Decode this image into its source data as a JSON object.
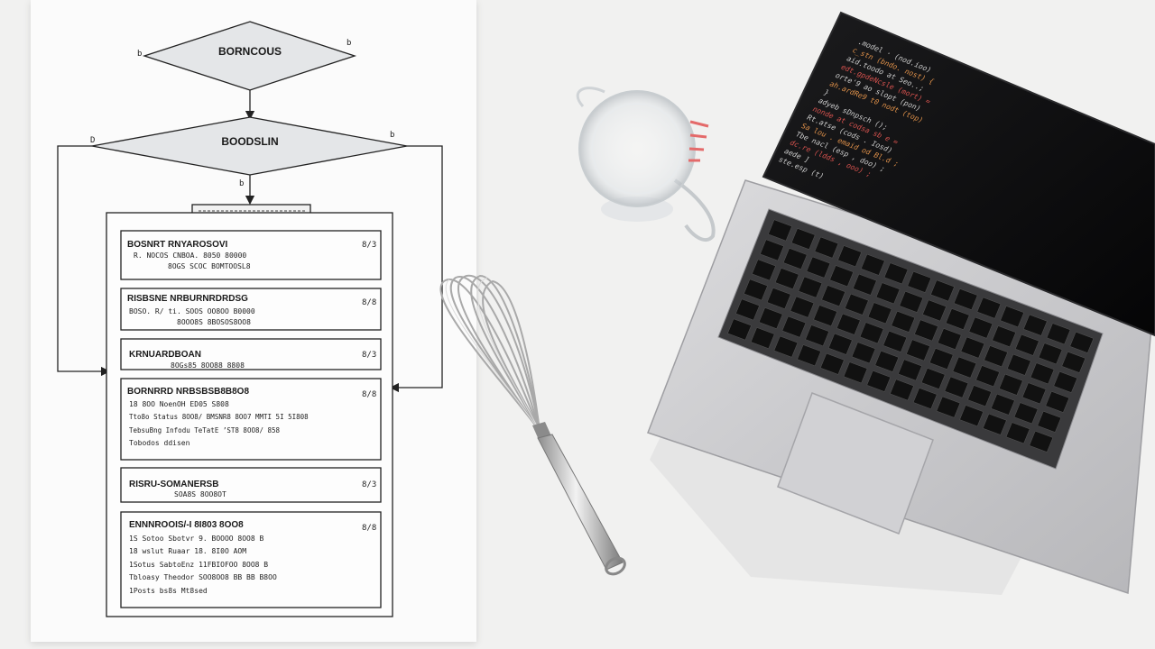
{
  "flowchart": {
    "decision1": "BORNCOUS",
    "decision2": "BOODSLIN",
    "sections": [
      {
        "title": "BOSNRT RNYAROSOVI",
        "num": "8/3",
        "lines": [
          "R. NOCOS CNBOA. 8050 80000",
          "8OGS  SCOC  BOMTOOSL8"
        ]
      },
      {
        "title": "RISBSNE NRBURNRDRDSG",
        "num": "8/8",
        "lines": [
          "BOSO. R/ ti. SOOS  OO8OO  B0000",
          "8OOO8S  8BOSOS8OO8"
        ]
      },
      {
        "title": "KRNUARDBOAN",
        "num": "8/3",
        "lines": [
          "8OGs85  8OO88 8808"
        ]
      },
      {
        "title": "BORNRRD NRBSBSB8B8O8",
        "num": "8/8",
        "lines": [
          "18 8OO  NoenOH  ED05 S808",
          "Tto8o Status  8OO8/ BMSNR8 8OO7 MMTI 5I 5I808",
          "TebsuBng  Infodu  TeTatE  ’ST8 8OO8/ 858",
          "Tobodos  ddisen"
        ]
      },
      {
        "title": "RISRU-SOMANERSB",
        "num": "8/3",
        "lines": [
          "SOA8S  8OO8OT"
        ]
      },
      {
        "title": "ENNNROOIS/-I 8I803 8OO8",
        "num": "8/8",
        "lines": [
          "1S  Sotoo  Sbotvr  9. BOOOO  8OO8 B",
          "18 wslut  Ruaar  18. 8I0O AOM",
          "1Sotus  SabtoEnz  11FBIOFOO 8OO8 B",
          "Tbloasy  Theodor  SOO8OO8 BB BB  B8OO",
          "1Posts  bs8s  Mt8sed"
        ]
      }
    ]
  },
  "laptop": {
    "code_lines": [
      ".model  ·  (nod.ioo)",
      "c_stn  (bndo. nost) {",
      "   aid.toodo  at  Seo..;",
      "   edt.gpdeNcsle  (mort)  =",
      "   orte'9  ao  slopt  (pon)",
      "   ah.ardRe9 t0  nodt  (top)",
      "}",
      "adyeb  sDnpsch  ();",
      "   nonde  at  codsa  sb  e  =",
      "   Rt.atse  (cods  .  Iosd)",
      "   Sa  lou  .  emaid  od  Bl.d  ;",
      "   Tbe  nacl  (esp  ,  doo)  ;",
      "   dc.re  (ldds  ,  ooo)  ;",
      "   aede  ]",
      "   ste.esp  (t)"
    ]
  }
}
